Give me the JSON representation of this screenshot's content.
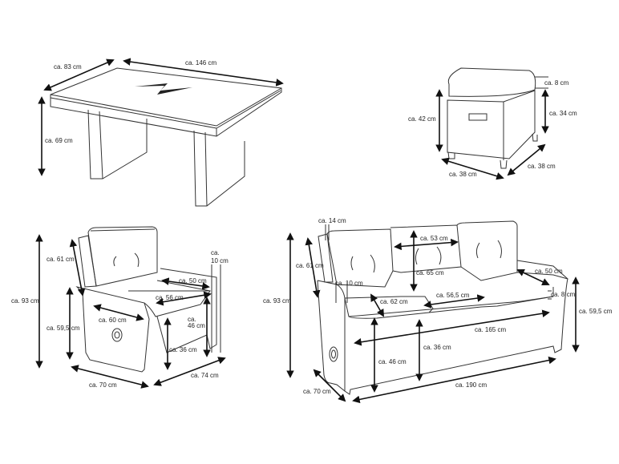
{
  "diagram": {
    "type": "furniture-dimension-drawing",
    "line_color": "#333333",
    "background": "#ffffff",
    "items": [
      {
        "name": "dining-table",
        "dimensions": {
          "depth": "ca. 83 cm",
          "width": "ca. 146 cm",
          "height": "ca. 69 cm"
        }
      },
      {
        "name": "stool",
        "dimensions": {
          "cushion_height": "ca. 8 cm",
          "total_height": "ca. 42 cm",
          "base_height": "ca. 34 cm",
          "width": "ca. 38 cm",
          "depth": "ca. 38 cm"
        }
      },
      {
        "name": "armchair",
        "dimensions": {
          "total_height": "ca. 93 cm",
          "backrest_height": "ca. 61 cm",
          "armrest_width_top": "ca.",
          "armrest_width_bottom": "10 cm",
          "seat_depth_back": "ca. 50 cm",
          "seat_width": "ca. 56 cm",
          "arm_height": "ca. 59,5 cm",
          "arm_length": "ca. 60 cm",
          "seat_height_top": "ca.",
          "seat_height_bottom": "46 cm",
          "frame_height": "ca. 36 cm",
          "width": "ca. 70 cm",
          "depth": "ca. 74 cm"
        }
      },
      {
        "name": "sofa",
        "dimensions": {
          "backrest_thickness": "ca. 14 cm",
          "cushion_width": "ca. 53 cm",
          "total_height": "ca. 93 cm",
          "backrest_height": "ca. 61 cm",
          "cushion_height": "ca. 65 cm",
          "armrest_width": "ca. 10 cm",
          "arm_depth": "ca. 50 cm",
          "seat_depth": "ca. 62 cm",
          "seat_cushion_width": "ca. 56,5 cm",
          "seat_cushion_thickness": "ca. 8 cm",
          "arm_height": "ca. 59,5 cm",
          "inner_width": "ca. 165 cm",
          "frame_height": "ca. 36 cm",
          "seat_height": "ca. 46 cm",
          "depth": "ca. 70 cm",
          "width": "ca. 190 cm"
        }
      }
    ]
  }
}
